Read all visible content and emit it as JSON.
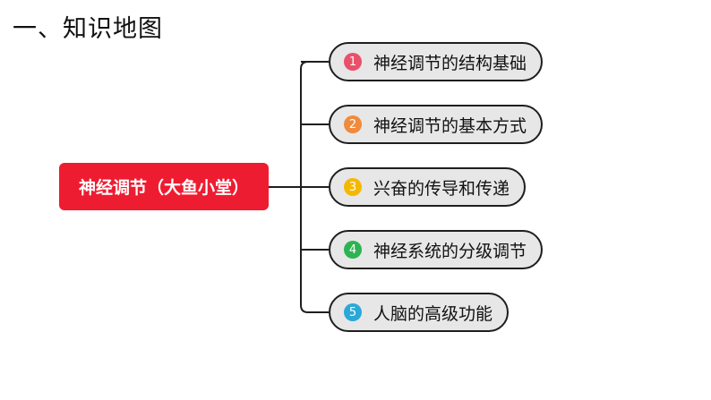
{
  "page": {
    "title": "一、知识地图"
  },
  "root": {
    "label": "神经调节（大鱼小堂）",
    "color": "#ee1c31"
  },
  "branches": [
    {
      "number": "1",
      "label": "神经调节的结构基础",
      "badge_color": "#e9506a"
    },
    {
      "number": "2",
      "label": "神经调节的基本方式",
      "badge_color": "#f08a3c"
    },
    {
      "number": "3",
      "label": "兴奋的传导和传递",
      "badge_color": "#f5b800"
    },
    {
      "number": "4",
      "label": "神经系统的分级调节",
      "badge_color": "#2eb352"
    },
    {
      "number": "5",
      "label": "人脑的高级功能",
      "badge_color": "#2aa8d8"
    }
  ],
  "colors": {
    "connector": "#1e1e1e",
    "branch_fill": "#e7e7e7",
    "branch_border": "#1e1e1e"
  }
}
